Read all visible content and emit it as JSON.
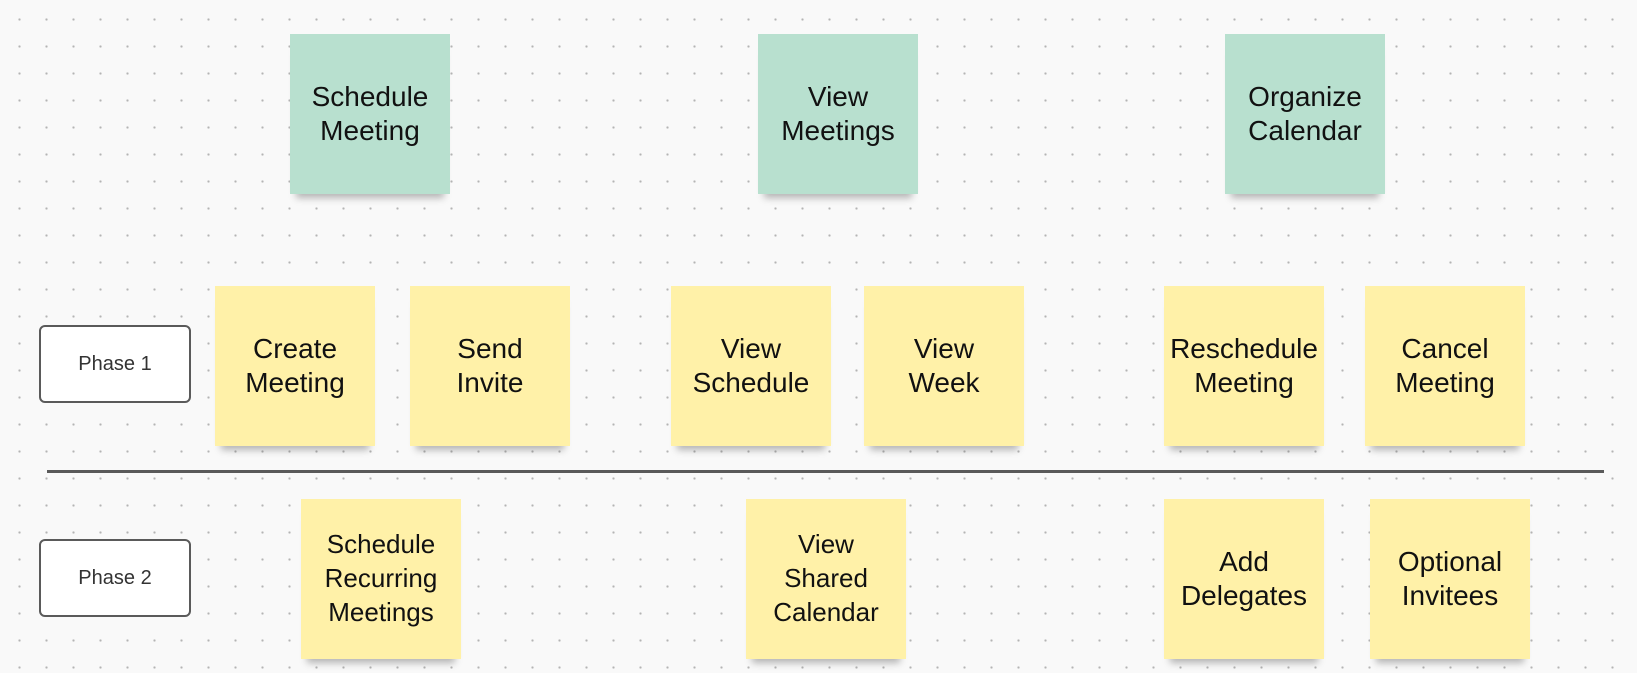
{
  "epics": [
    {
      "label": "Schedule\nMeeting"
    },
    {
      "label": "View\nMeetings"
    },
    {
      "label": "Organize\nCalendar"
    }
  ],
  "phases": [
    {
      "label": "Phase 1",
      "stories": [
        {
          "label": "Create\nMeeting"
        },
        {
          "label": "Send\nInvite"
        },
        {
          "label": "View\nSchedule"
        },
        {
          "label": "View\nWeek"
        },
        {
          "label": "Reschedule\nMeeting"
        },
        {
          "label": "Cancel\nMeeting"
        }
      ]
    },
    {
      "label": "Phase 2",
      "stories": [
        {
          "label": "Schedule\nRecurring\nMeetings"
        },
        {
          "label": "View\nShared\nCalendar"
        },
        {
          "label": "Add\nDelegates"
        },
        {
          "label": "Optional\nInvitees"
        }
      ]
    }
  ],
  "colors": {
    "epic": "#b8e0cf",
    "story": "#fff1a8",
    "divider": "#5a5a5a",
    "background": "#f9f9f9"
  }
}
